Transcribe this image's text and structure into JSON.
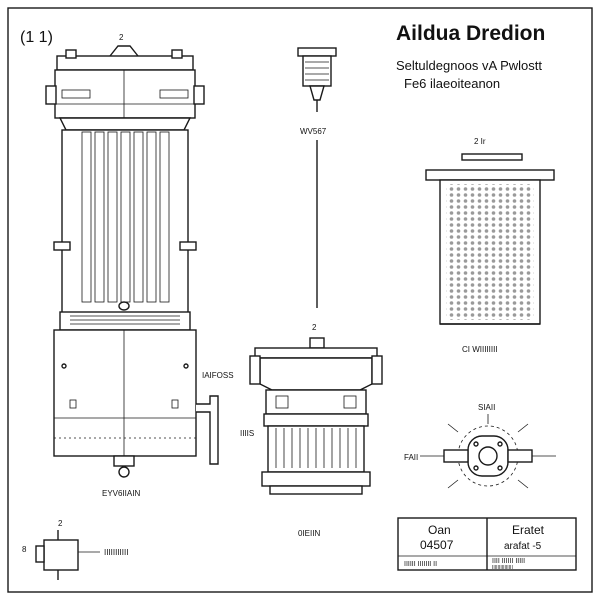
{
  "sheet": {
    "title": "Aildua Dredion",
    "subtitle_line1": "Seltuldegnoos vA Pwlostt",
    "subtitle_line2": "Fe6 ilaeoiteanon",
    "corner_mark": "(1 1)"
  },
  "labels": {
    "left_bottom": "EYV6IIAIN",
    "left_side": "IAIFOSS",
    "fitting_top": "WV567",
    "middle_bottom": "0IEIIN",
    "middle_side": "IIIIS",
    "middle_top_mark": "2",
    "detail_top": "2 Ir",
    "detail_caption": "CI WIIIIIIII",
    "ring_top": "SIAII",
    "ring_left": "FAII",
    "small_bottom_left": "IIIIIIIIIII",
    "small_top": "2"
  },
  "title_block": {
    "left_big1": "Oan",
    "left_big2": "04507",
    "left_small": "IIIIII IIIIIII II",
    "right_big1": "Eratet",
    "right_big2": "arafat -5",
    "right_small1": "IIII IIIIII IIIII",
    "right_small2": "IIIIIIIIIIIIIII"
  }
}
